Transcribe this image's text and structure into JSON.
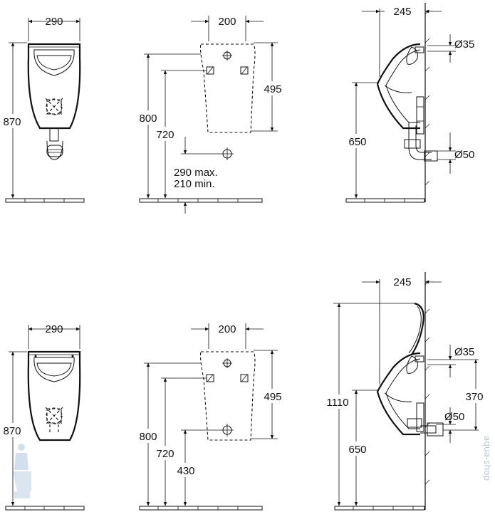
{
  "top_row": {
    "front_view": {
      "width": "290",
      "height": "870"
    },
    "rear_view": {
      "width": "200",
      "body_height": "495",
      "height_800": "800",
      "height_720": "720",
      "drain_max": "290 max.",
      "drain_min": "210 min."
    },
    "side_view": {
      "depth": "245",
      "inlet_diameter": "Ø35",
      "outlet_diameter": "Ø50",
      "rim_height": "650"
    }
  },
  "bottom_row": {
    "front_view": {
      "width": "290",
      "height": "870"
    },
    "rear_view": {
      "width": "200",
      "body_height": "495",
      "height_800": "800",
      "height_720": "720",
      "height_430": "430"
    },
    "side_view": {
      "depth": "245",
      "inlet_diameter": "Ø35",
      "outlet_diameter": "Ø50",
      "total_height": "1110",
      "rim_height": "650",
      "outlet_height": "370"
    }
  },
  "watermark": "aqua-shop"
}
